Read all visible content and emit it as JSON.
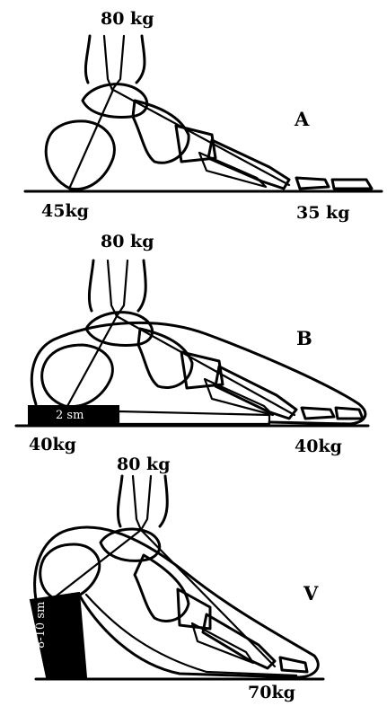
{
  "panels": [
    {
      "letter": "A",
      "top_load": "80 kg",
      "heel_load": "45kg",
      "forefoot_load": "35 kg"
    },
    {
      "letter": "B",
      "top_load": "80 kg",
      "heel_load": "40kg",
      "forefoot_load": "40kg",
      "heel_height": "2 sm"
    },
    {
      "letter": "V",
      "top_load": "80 kg",
      "forefoot_load": "70kg",
      "heel_height": "8-10 sm"
    }
  ],
  "colors": {
    "ink": "#000000",
    "paper": "#ffffff"
  }
}
